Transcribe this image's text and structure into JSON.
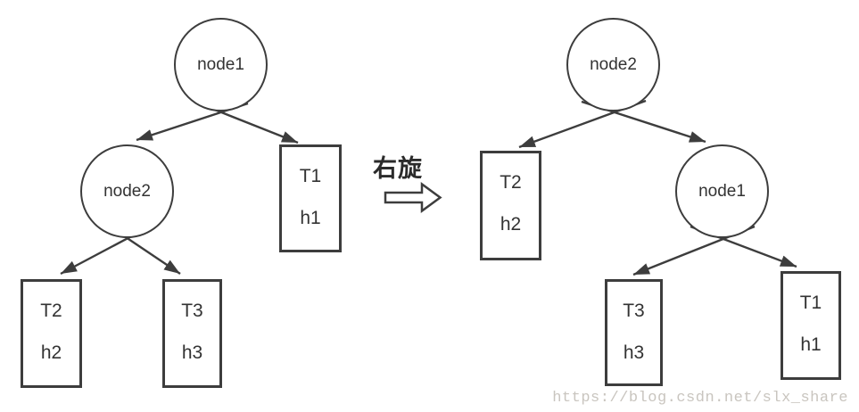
{
  "operation_label": "右旋",
  "watermark": "https://blog.csdn.net/slx_share",
  "colors": {
    "stroke": "#3d3d3d",
    "node_text": "#333333",
    "operation_text": "#2b2b2b",
    "watermark_text": "#c9c5bf",
    "background": "#ffffff"
  },
  "left_tree": {
    "root_label": "node1",
    "left_child_label": "node2",
    "right_leaf": {
      "subtree": "T1",
      "height": "h1"
    },
    "left_grandchild_leaf": {
      "subtree": "T2",
      "height": "h2"
    },
    "right_grandchild_leaf": {
      "subtree": "T3",
      "height": "h3"
    }
  },
  "right_tree": {
    "root_label": "node2",
    "left_leaf": {
      "subtree": "T2",
      "height": "h2"
    },
    "right_child_label": "node1",
    "left_grandchild_leaf": {
      "subtree": "T3",
      "height": "h3"
    },
    "right_grandchild_leaf": {
      "subtree": "T1",
      "height": "h1"
    }
  }
}
